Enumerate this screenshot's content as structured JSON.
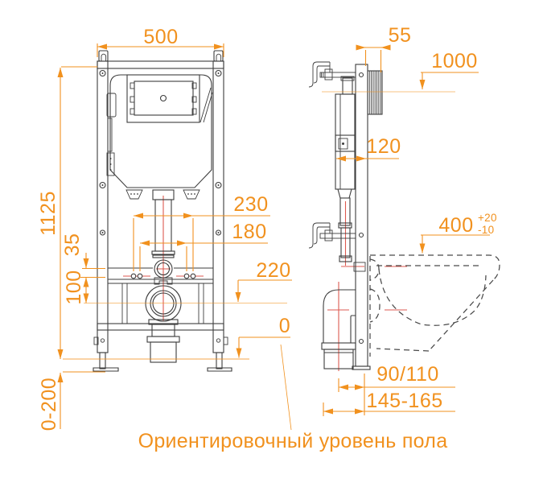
{
  "caption": "Ориентировочный уровень пола",
  "colors": {
    "dimension": "#F1911E",
    "centerline": "#DD5A50",
    "drawing": "#3D3D3D",
    "background": "#FFFFFF"
  },
  "front": {
    "width": "500",
    "height": "1125",
    "pin_span_outer": "230",
    "pin_span_inner": "180",
    "pin_offset": "35",
    "drain_drop": "100",
    "drain_height": "220",
    "floor_level": "0",
    "leg_adjust": "0-200"
  },
  "side": {
    "flush_plate_depth": "55",
    "water_supply_height": "1000",
    "frame_depth": "120",
    "rim_height": "400",
    "rim_tol_plus": "+20",
    "rim_tol_minus": "-10",
    "drain_wall_offset": "90/110",
    "drain_wall_range": "145-165"
  }
}
